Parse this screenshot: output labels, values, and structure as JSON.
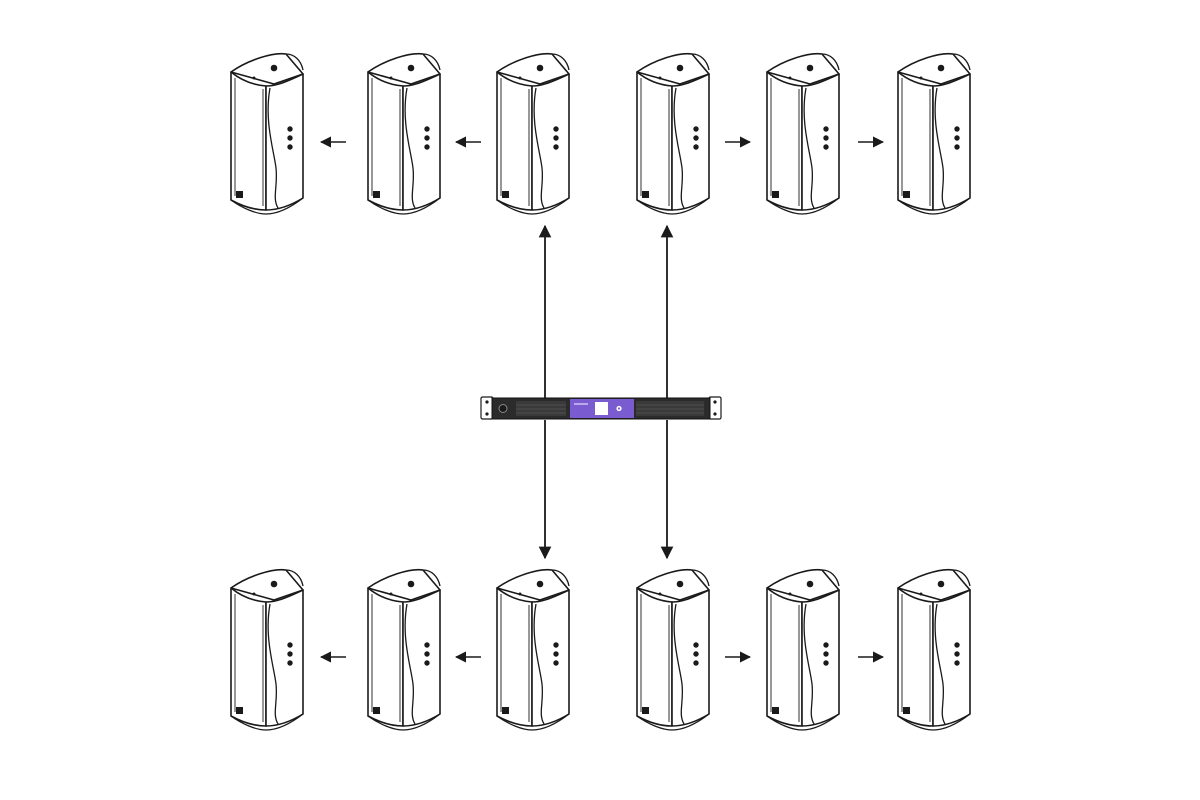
{
  "diagram": {
    "colors": {
      "line": "#1a1a1a",
      "amp_panel": "#7a5cd0",
      "amp_body": "#2b2b2b",
      "background": "#ffffff"
    },
    "amplifier": {
      "icon": "rack-amplifier-icon",
      "label": ""
    },
    "speaker_icon": "speaker-cabinet-icon",
    "rows": [
      {
        "id": "top",
        "speakers": 6,
        "feeds_from_amp": 2
      },
      {
        "id": "bottom",
        "speakers": 6,
        "feeds_from_amp": 2
      }
    ]
  }
}
